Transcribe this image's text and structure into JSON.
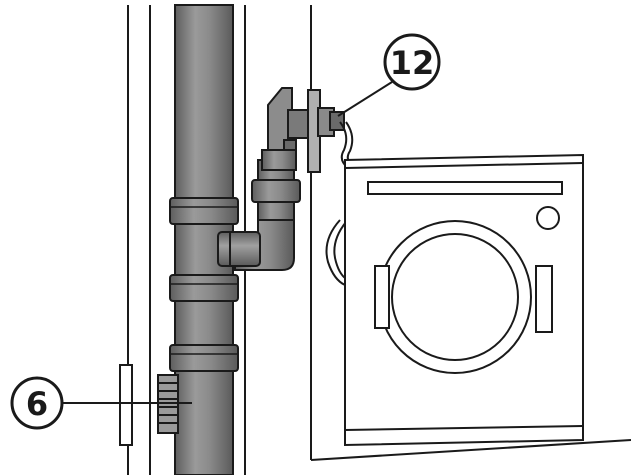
{
  "callouts": [
    {
      "id": "12",
      "label": "12"
    },
    {
      "id": "6",
      "label": "6"
    }
  ],
  "colors": {
    "line": "#1a1a1a",
    "pipe_dark": "#6f6f6f",
    "pipe_mid": "#8f8f8f",
    "pipe_light": "#b5b5b5",
    "background": "#ffffff"
  }
}
